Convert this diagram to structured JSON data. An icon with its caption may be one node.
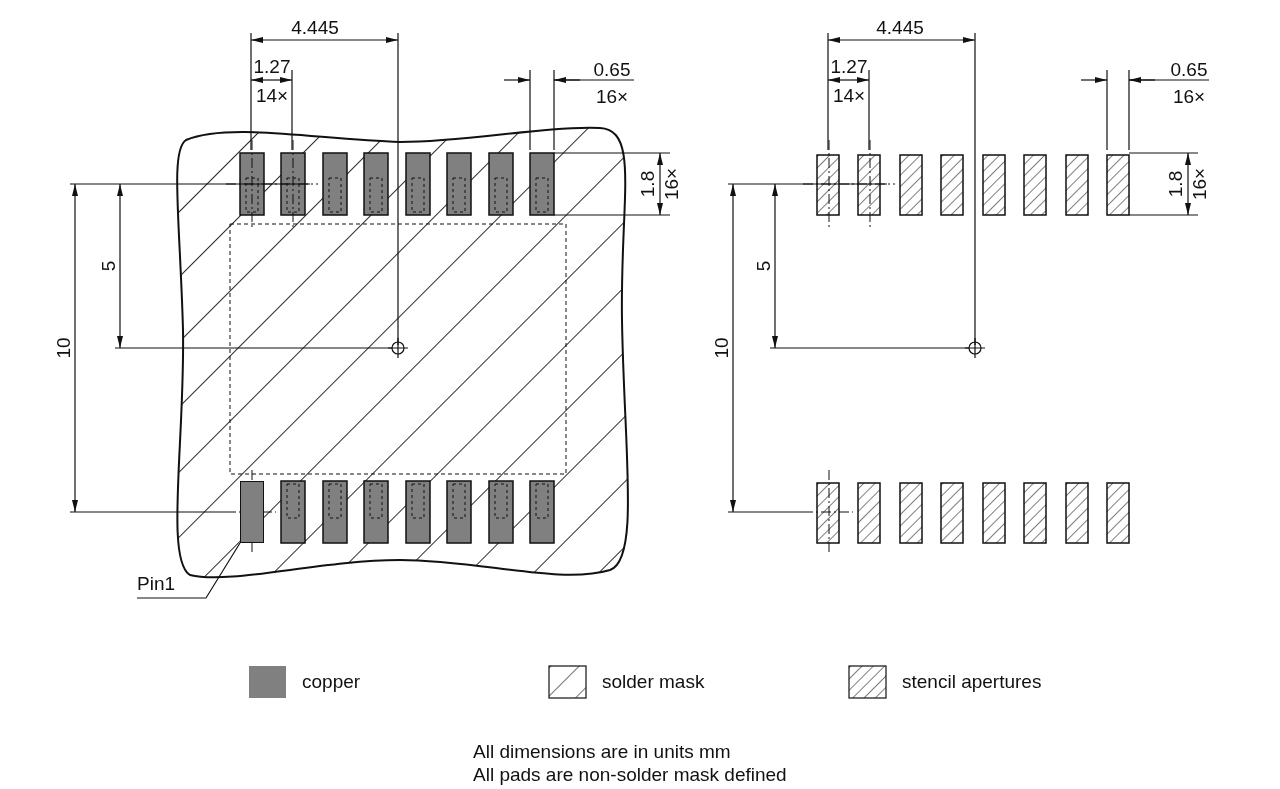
{
  "diagram": {
    "nodes": [
      {
        "text": [
          "Pin1"
        ]
      },
      {
        "text": [],
        "shape": "box"
      }
    ],
    "edges": [
      {
        "from": 0,
        "to": 1,
        "arrow": "none"
      }
    ],
    "labels": [
      "4.445",
      "1.27",
      "14×",
      "0.65",
      "16×",
      "1.8",
      "16×",
      "5",
      "10",
      "4.445",
      "1.27",
      "14×",
      "0.65",
      "16×",
      "1.8",
      "16×",
      "5",
      "10",
      "All dimensions are in units mm",
      "All pads are non-solder mask defined"
    ],
    "legend": [
      {
        "text": "copper",
        "color": "#808080"
      },
      {
        "text": "solder mask"
      },
      {
        "text": "stencil apertures"
      }
    ]
  }
}
